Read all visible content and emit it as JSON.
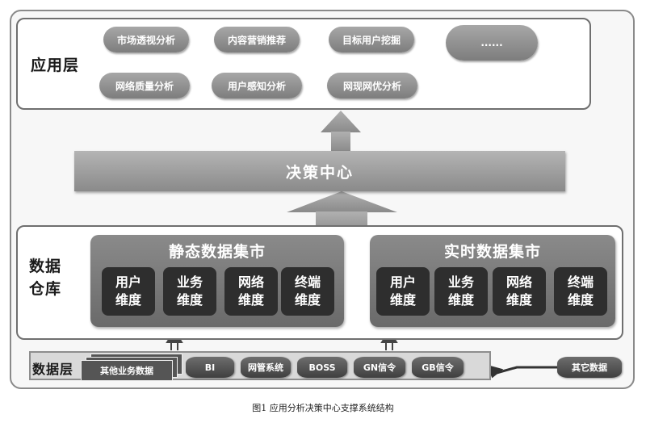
{
  "app_layer": {
    "label": "应用层",
    "items": [
      "市场透视分析",
      "内容营销推荐",
      "目标用户挖掘",
      "......",
      "网络质量分析",
      "用户感知分析",
      "网现网优分析"
    ]
  },
  "decision_center": {
    "label": "决策中心"
  },
  "data_warehouse": {
    "label": "数据\n仓库",
    "static_mart": {
      "title": "静态数据集市",
      "dims": [
        "用户\n维度",
        "业务\n维度",
        "网络\n维度",
        "终端\n维度"
      ]
    },
    "realtime_mart": {
      "title": "实时数据集市",
      "dims": [
        "用户\n维度",
        "业务\n维度",
        "网络\n维度",
        "终端\n维度"
      ]
    }
  },
  "data_layer": {
    "label": "数据层",
    "other_business": "其他业务数据",
    "sources": [
      "BI",
      "网管系统",
      "BOSS",
      "GN信令",
      "GB信令"
    ],
    "external": "其它数据"
  },
  "caption": "图1   应用分析决策中心支撑系统结构"
}
